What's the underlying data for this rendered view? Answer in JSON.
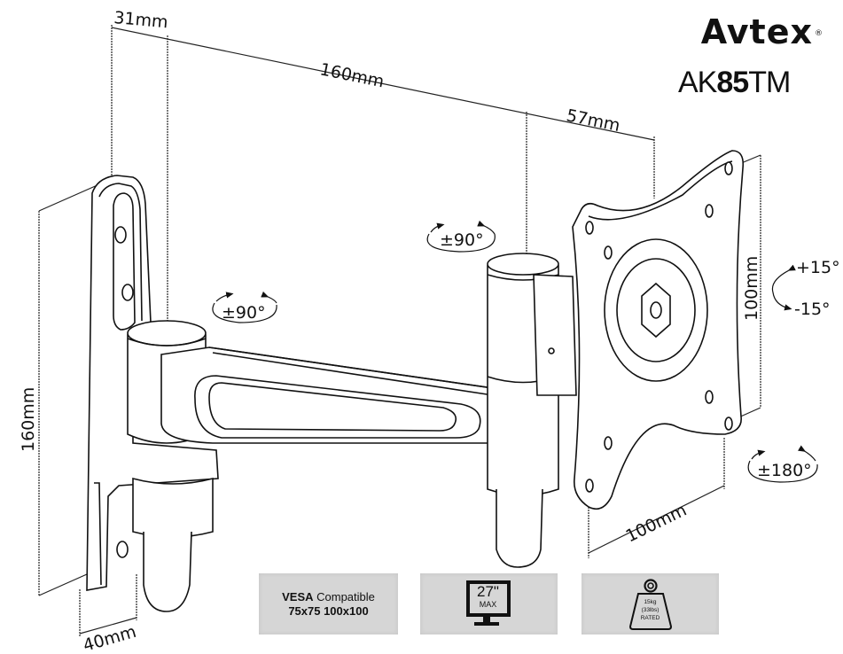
{
  "brand": {
    "logo_text": "Avtex",
    "registered_mark": "®",
    "model_prefix": "AK",
    "model_number": "85",
    "model_suffix": "TM"
  },
  "dimensions": {
    "wall_plate_offset": "31mm",
    "arm_reach": "160mm",
    "head_offset": "57mm",
    "wall_plate_height": "160mm",
    "wall_plate_depth": "40mm",
    "vesa_height": "100mm",
    "vesa_width": "100mm"
  },
  "rotations": {
    "wall_pivot_swivel": "±90°",
    "arm_pivot_swivel": "±90°",
    "tilt_up": "+15°",
    "tilt_down": "-15°",
    "rotation": "±180°"
  },
  "feature_badges": {
    "vesa": {
      "label_bold": "VESA",
      "label_rest": " Compatible",
      "sizes": "75x75 100x100"
    },
    "screen": {
      "icon": "monitor-icon",
      "size": "27\"",
      "qualifier": "MAX"
    },
    "weight": {
      "icon": "weight-icon",
      "line1": "15kg",
      "line2": "(33lbs)",
      "line3": "RATED"
    }
  }
}
